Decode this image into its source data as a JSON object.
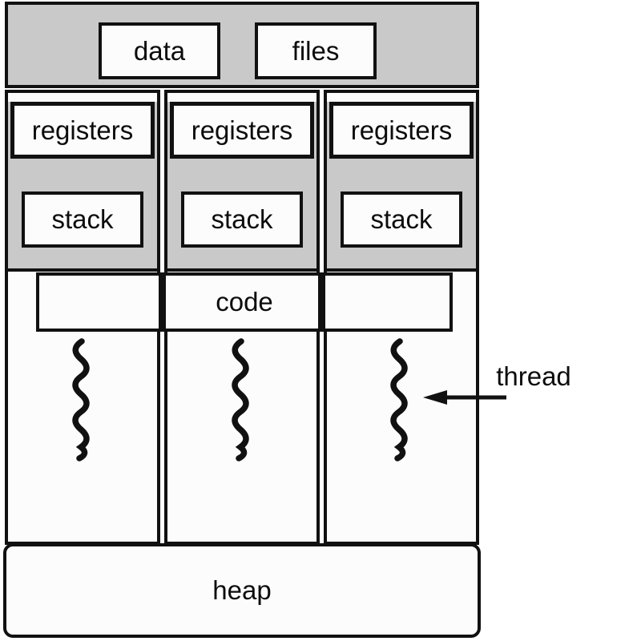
{
  "diagram": {
    "process": {
      "data_label": "data",
      "files_label": "files",
      "code_label": "code",
      "heap_label": "heap"
    },
    "threads": [
      {
        "registers_label": "registers",
        "stack_label": "stack"
      },
      {
        "registers_label": "registers",
        "stack_label": "stack"
      },
      {
        "registers_label": "registers",
        "stack_label": "stack"
      }
    ],
    "annotation": {
      "thread_label": "thread"
    },
    "colors": {
      "section_gray": "#c9c9c9",
      "box_fill": "#fcfcfc",
      "line_black": "#111111"
    }
  }
}
